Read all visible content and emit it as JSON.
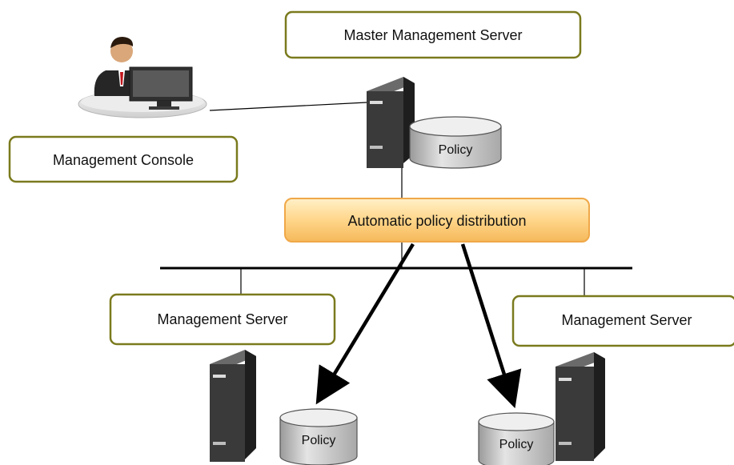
{
  "diagram": {
    "labels": {
      "master_server": "Master Management Server",
      "console": "Management Console",
      "distribution": "Automatic policy distribution",
      "server_left": "Management Server",
      "server_right": "Management Server"
    },
    "databases": {
      "master": "Policy",
      "left": "Policy",
      "right": "Policy"
    },
    "colors": {
      "label_border": "#7a7a1e",
      "distribution_fill": "#ffd27f",
      "distribution_border": "#f0a848",
      "server_body": "#3a3a3a",
      "cylinder_fill": "#c8c8c8"
    }
  }
}
